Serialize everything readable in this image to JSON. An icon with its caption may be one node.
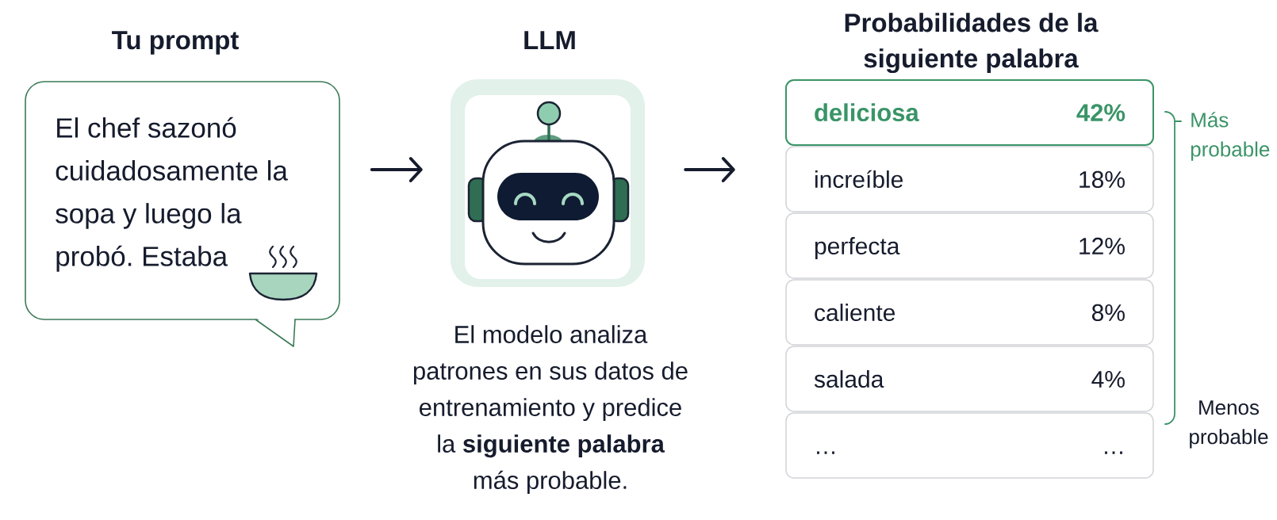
{
  "diagram": {
    "nodes": [
      {
        "text": [
          "Tu prompt",
          "El chef sazonó cuidadosamente la sopa y luego la probó. Estaba"
        ]
      },
      {
        "text": [
          "LLM"
        ],
        "beside": [
          "El modelo analiza patrones en sus datos de entrenamiento y predice la **siguiente palabra** más probable."
        ]
      },
      {
        "text": [
          "Probabilidades de la siguiente palabra"
        ]
      },
      {
        "text": [
          "deliciosa",
          "42%"
        ],
        "in": 2
      },
      {
        "text": [
          "increíble",
          "18%"
        ],
        "in": 2
      },
      {
        "text": [
          "perfecta",
          "12%"
        ],
        "in": 2
      },
      {
        "text": [
          "caliente",
          "8%"
        ],
        "in": 2
      },
      {
        "text": [
          "salada",
          "4%"
        ],
        "in": 2
      },
      {
        "text": [
          "…",
          "…"
        ],
        "in": 2
      }
    ],
    "edges": [
      {
        "from": 0,
        "to": 1,
        "arrow": "to"
      },
      {
        "from": 1,
        "to": 2,
        "arrow": "to"
      }
    ],
    "labels": [
      "Más probable",
      "Menos probable"
    ]
  }
}
